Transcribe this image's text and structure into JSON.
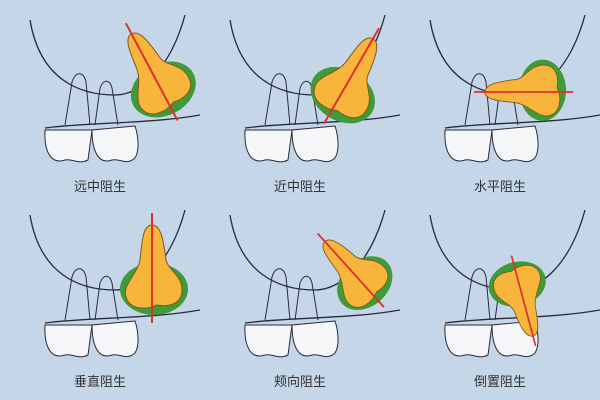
{
  "colors": {
    "background": "#c6d6e9",
    "tooth_fill": "#f7b53c",
    "follicle": "#3f9a3a",
    "axis_line": "#e0302c",
    "outline": "#2a2a3a",
    "crown": "#f4f6f8"
  },
  "panels": [
    {
      "label": "远中阻生"
    },
    {
      "label": "近中阻生"
    },
    {
      "label": "水平阻生"
    },
    {
      "label": "垂直阻生"
    },
    {
      "label": "颊向阻生"
    },
    {
      "label": "倒置阻生"
    }
  ]
}
